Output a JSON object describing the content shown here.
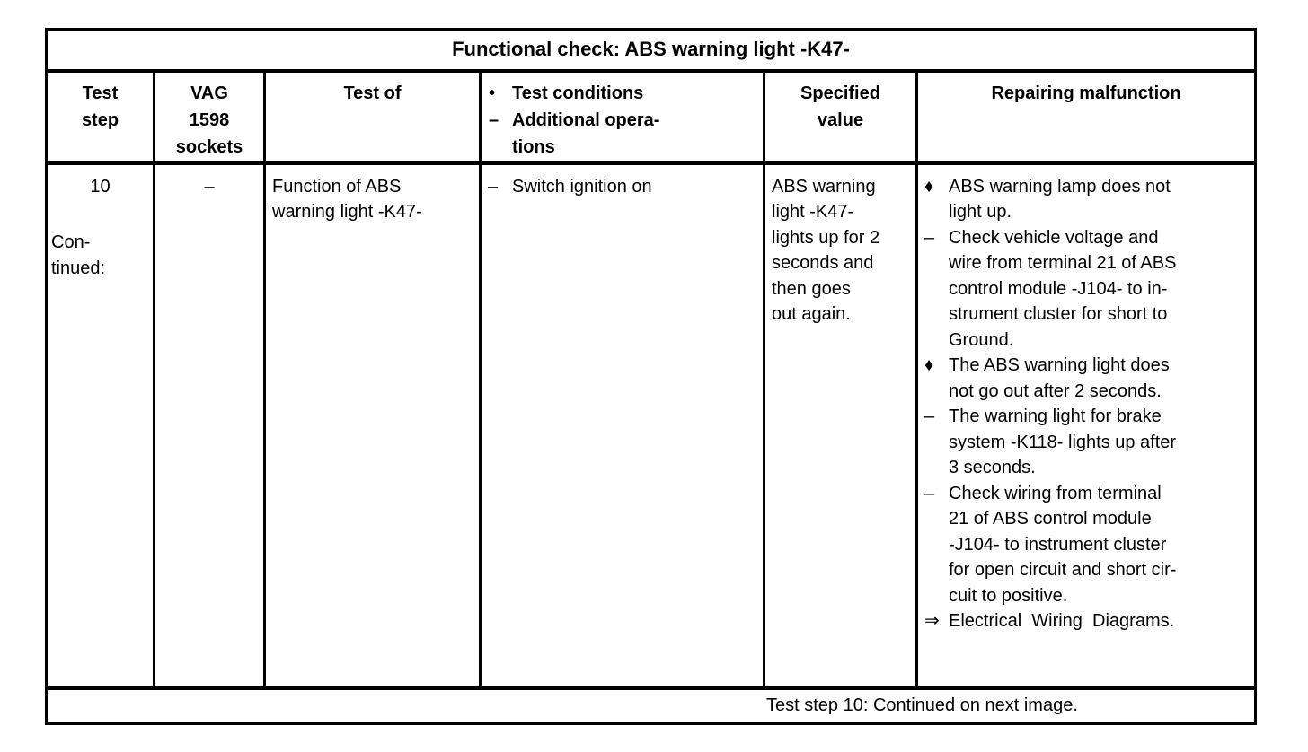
{
  "colors": {
    "ink": "#000000",
    "paper": "#ffffff"
  },
  "table": {
    "title": "Functional check: ABS warning light -K47-",
    "header": {
      "test_step": "Test\nstep",
      "vag_sockets": "VAG\n1598\nsockets",
      "test_of": "Test of",
      "conditions_items": [
        {
          "marker": "•",
          "text": "Test conditions"
        },
        {
          "marker": "–",
          "text": "Additional opera-\ntions"
        }
      ],
      "specified_value": "Specified\nvalue",
      "repairing": "Repairing malfunction"
    },
    "body": {
      "test_step": {
        "number": "10",
        "continued": "Con-\ntinued:"
      },
      "vag_sockets": "–",
      "test_of": "Function of ABS\nwarning light -K47-",
      "conditions": [
        {
          "marker": "–",
          "text": "Switch ignition on"
        }
      ],
      "specified_value": "ABS warning\nlight -K47-\nlights up for 2\nseconds and\nthen goes\nout again.",
      "repairing_items": [
        {
          "marker": "♦",
          "text": "ABS warning lamp does not\nlight up."
        },
        {
          "marker": "–",
          "text": "Check vehicle voltage and\nwire from terminal 21 of ABS\ncontrol module -J104- to in-\nstrument cluster for short to\nGround."
        },
        {
          "marker": "♦",
          "text": "The ABS warning light does\nnot go out after 2 seconds."
        },
        {
          "marker": "–",
          "text": "The warning light for brake\nsystem -K118- lights up after\n3 seconds."
        },
        {
          "marker": "–",
          "text": "Check wiring from terminal\n21 of ABS control module\n-J104- to instrument cluster\nfor open circuit and short cir-\ncuit to positive."
        },
        {
          "marker": "⇒",
          "text": "Electrical  Wiring  Diagrams."
        }
      ]
    },
    "footer": "Test step 10: Continued on next image."
  }
}
